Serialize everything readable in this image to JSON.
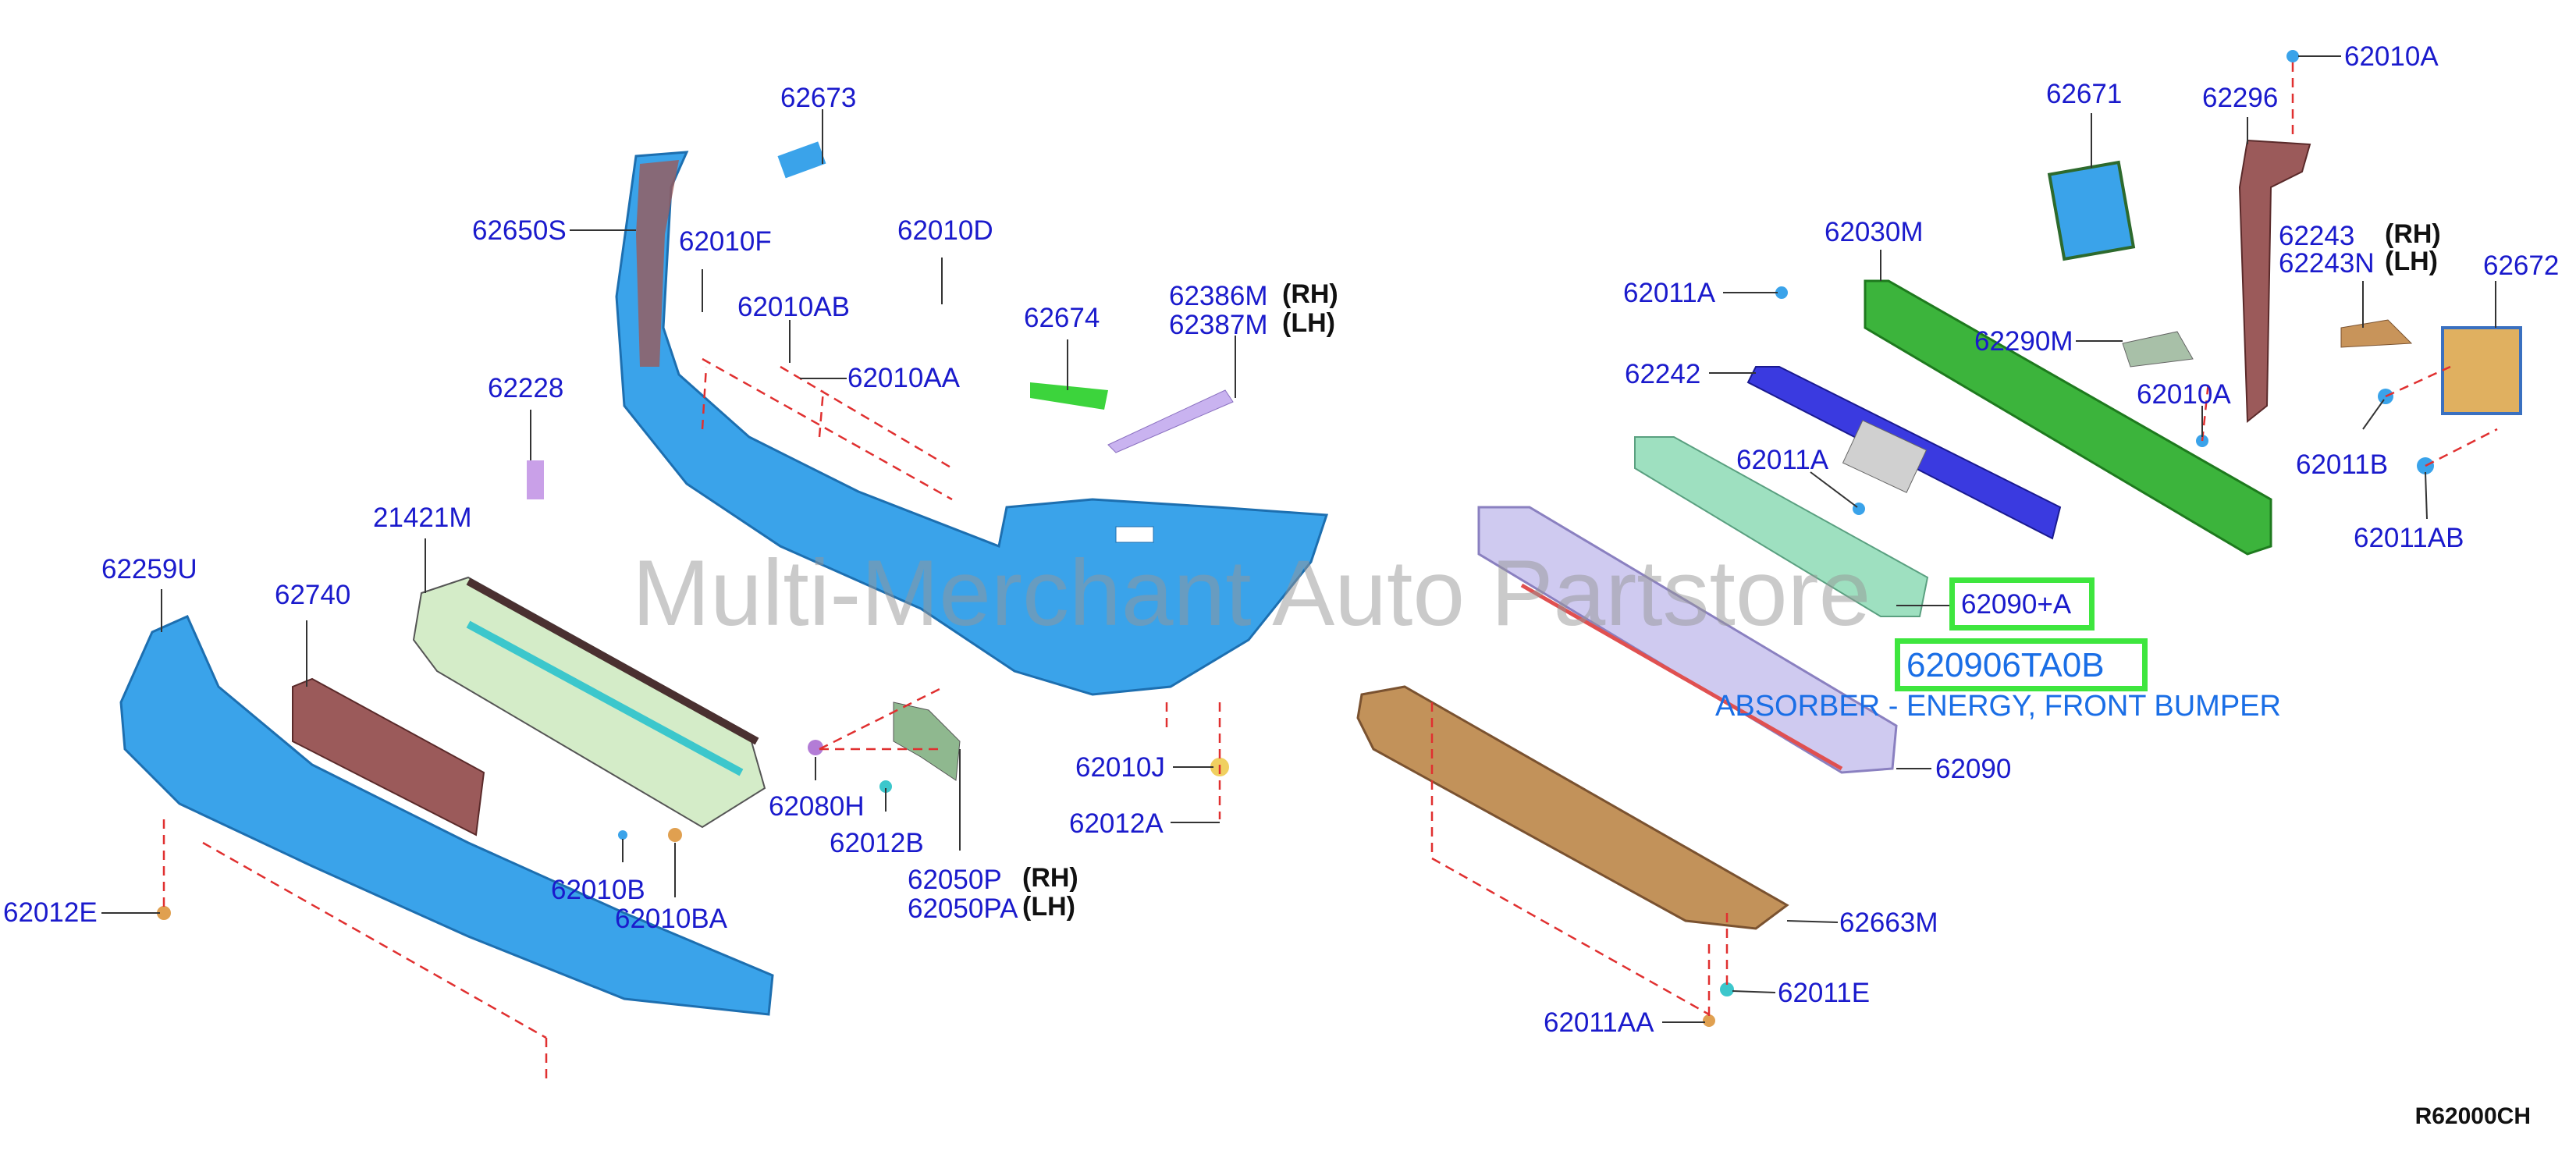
{
  "labels": {
    "p62673": "62673",
    "p62650S": "62650S",
    "p62010F": "62010F",
    "p62010D": "62010D",
    "p62010AB": "62010AB",
    "p62010AA": "62010AA",
    "p62674": "62674",
    "p62386M": "62386M",
    "p62387M": "62387M",
    "p62228": "62228",
    "p21421M": "21421M",
    "p62259U": "62259U",
    "p62740": "62740",
    "p62080H": "62080H",
    "p62012B": "62012B",
    "p62010B": "62010B",
    "p62010BA": "62010BA",
    "p62050P": "62050P",
    "p62050PA": "62050PA",
    "p62010J": "62010J",
    "p62012A": "62012A",
    "p62012E": "62012E",
    "p62011A_top": "62011A",
    "p62030M": "62030M",
    "p62671": "62671",
    "p62296": "62296",
    "p62010A_top": "62010A",
    "p62243": "62243",
    "p62243N": "62243N",
    "p62672": "62672",
    "p62242": "62242",
    "p62290M": "62290M",
    "p62010A_mid": "62010A",
    "p62011A_mid": "62011A",
    "p62011B": "62011B",
    "p62011AB": "62011AB",
    "p62090A": "62090+A",
    "p62090": "62090",
    "p62663M": "62663M",
    "p62011E": "62011E",
    "p62011AA": "62011AA"
  },
  "sides": {
    "rh": "(RH)",
    "lh": "(LH)"
  },
  "highlight": {
    "part_number": "620906TA0B",
    "description": "ABSORBER - ENERGY, FRONT BUMPER"
  },
  "watermark": "Multi-Merchant Auto Partstore",
  "diagram_ref": "R62000CH",
  "colors": {
    "label": "#1a1acc",
    "highlight_border": "#3ee63e",
    "highlight_text": "#1a6ee6",
    "leader": "#333333",
    "dash": "#e03030",
    "bumper": "#3aa3ea",
    "reinforcement": "#3cb43c",
    "absorber": "#cfcaf0",
    "undercover": "#c2925a",
    "grille": "#d4ecc8",
    "bracket": "#8a4a4a",
    "stay": "#3a3ae0"
  }
}
